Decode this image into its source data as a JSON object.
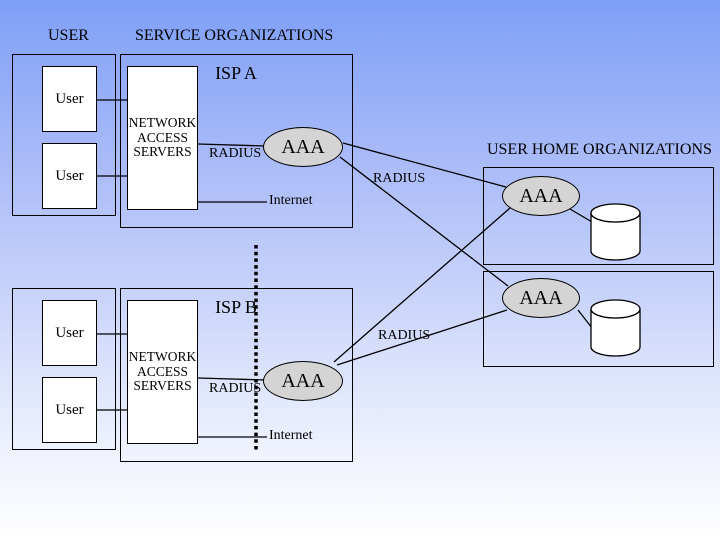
{
  "headers": {
    "user": "USER",
    "service_organizations": "SERVICE ORGANIZATIONS",
    "user_home_organizations": "USER HOME ORGANIZATIONS"
  },
  "isp_a": {
    "title": "ISP A",
    "user_1": "User",
    "user_2": "User",
    "nas": "NETWORK\nACCESS\nSERVERS",
    "radius_label": "RADIUS",
    "aaa_label": "AAA",
    "internet_label": "Internet"
  },
  "isp_b": {
    "title": "ISP B",
    "user_1": "User",
    "user_2": "User",
    "nas": "NETWORK\nACCESS\nSERVERS",
    "radius_label": "RADIUS",
    "aaa_label": "AAA",
    "internet_label": "Internet"
  },
  "home_organizations": {
    "org_1": {
      "aaa_label": "AAA"
    },
    "org_2": {
      "aaa_label": "AAA"
    }
  },
  "links": {
    "radius_to_org_1": "RADIUS",
    "radius_to_org_2": "RADIUS"
  },
  "colors": {
    "background_top": "#7E9FF7",
    "background_bottom": "#FFFFFF",
    "aaa_ellipse_fill": "#D4D4D4",
    "box_fill": "#FFFFFF",
    "line": "#000000",
    "text": "#000000"
  }
}
